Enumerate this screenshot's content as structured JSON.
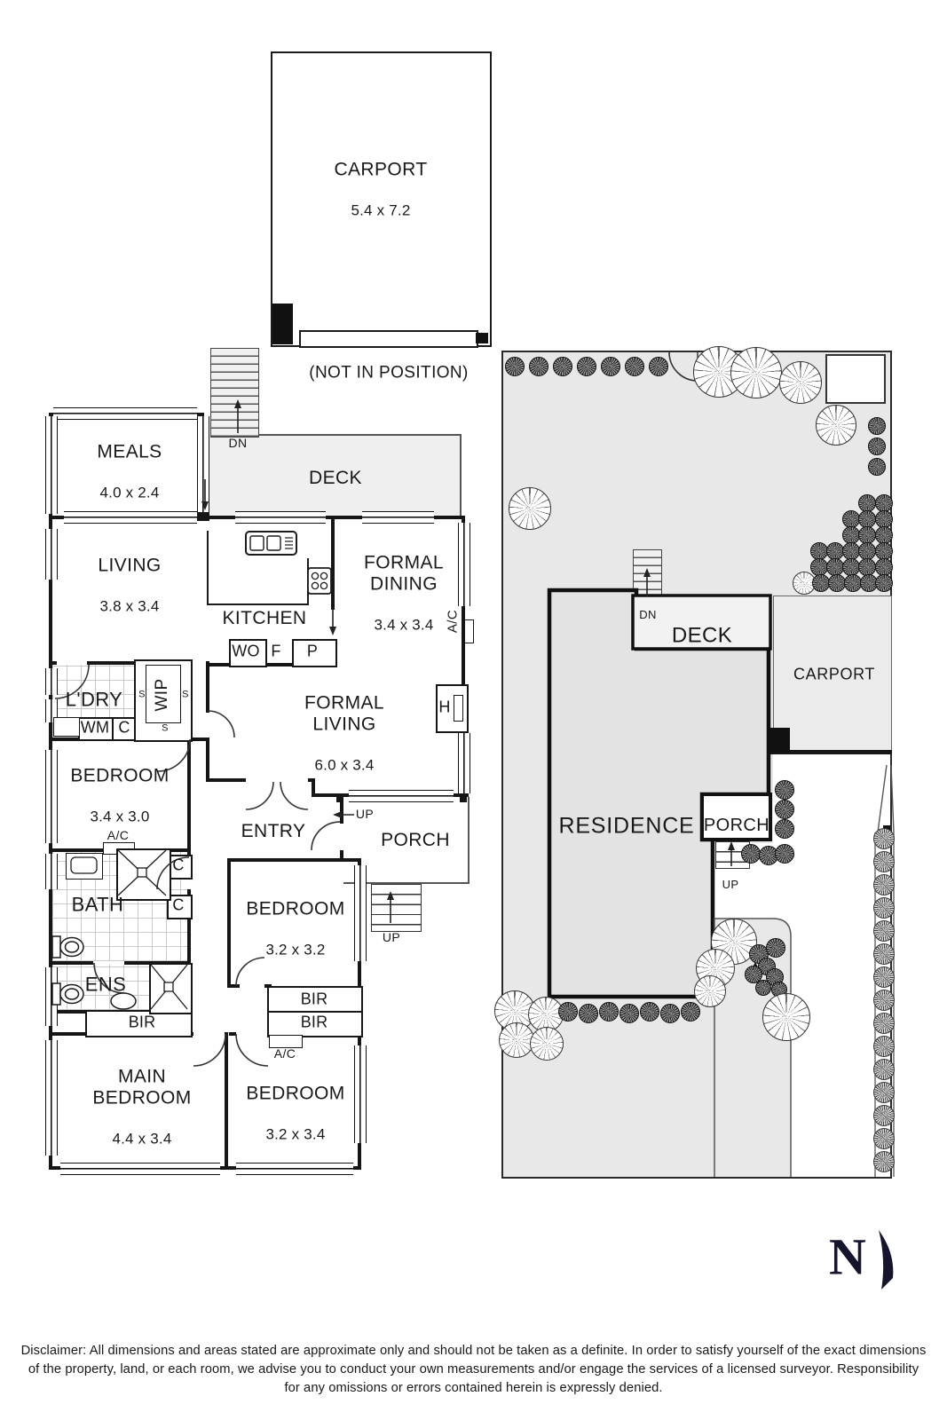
{
  "carport_inset": {
    "title": "CARPORT",
    "dims": "5.4 x 7.2",
    "note": "(NOT IN POSITION)"
  },
  "floorplan": {
    "rooms": [
      {
        "name": "MEALS",
        "dims": "4.0 x 2.4"
      },
      {
        "name": "DECK",
        "dims": ""
      },
      {
        "name": "LIVING",
        "dims": "3.8 x 3.4"
      },
      {
        "name": "KITCHEN",
        "dims": ""
      },
      {
        "name": "FORMAL\nDINING",
        "dims": "3.4 x 3.4"
      },
      {
        "name": "FORMAL\nLIVING",
        "dims": "6.0 x 3.4"
      },
      {
        "name": "L'DRY",
        "dims": ""
      },
      {
        "name": "BEDROOM",
        "dims": "3.4 x 3.0"
      },
      {
        "name": "ENTRY",
        "dims": ""
      },
      {
        "name": "PORCH",
        "dims": ""
      },
      {
        "name": "BEDROOM",
        "dims": "3.2 x 3.2"
      },
      {
        "name": "BATH",
        "dims": ""
      },
      {
        "name": "ENS",
        "dims": ""
      },
      {
        "name": "MAIN\nBEDROOM",
        "dims": "4.4 x 3.4"
      },
      {
        "name": "BEDROOM",
        "dims": "3.2 x 3.4"
      }
    ],
    "fixtures": {
      "wo": "WO",
      "f": "F",
      "p": "P",
      "wm": "WM",
      "c": "C",
      "s": "S",
      "wip": "WIP",
      "h": "H",
      "ac": "A/C",
      "bir": "BIR",
      "dn": "DN",
      "up": "UP"
    }
  },
  "siteplan": {
    "residence": "RESIDENCE",
    "deck": "DECK",
    "carport": "CARPORT",
    "porch": "PORCH",
    "dn": "DN",
    "up": "UP"
  },
  "compass": {
    "north": "N"
  },
  "disclaimer": {
    "line1": "Disclaimer: All dimensions and areas stated are approximate only and should not be taken as a definite. In order to satisfy yourself of the exact dimensions",
    "line2": "of the property, land, or each room, we advise you to conduct your own measurements and/or engage the services of a licensed surveyor. Responsibility",
    "line3": "for any omissions or errors contained herein is expressly denied."
  }
}
